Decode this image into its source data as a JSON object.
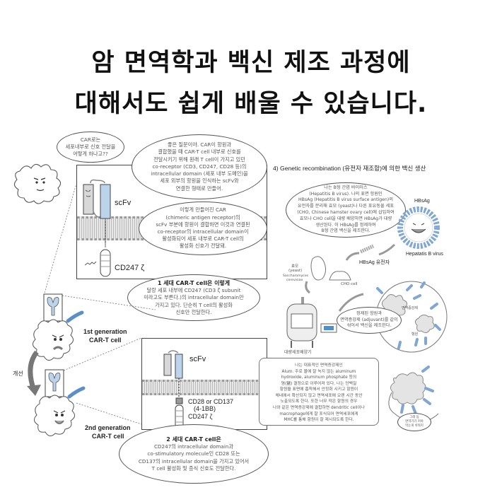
{
  "headline": {
    "line1": "암 면역학과 백신 제조 과정에",
    "line2": "대해서도 쉽게 배울 수 있습니다."
  },
  "left_panel": {
    "question_bubble": [
      "CAR로는",
      "세포내부로 신호 전달을",
      "어떻게 하나고??"
    ],
    "answer_bubble_1": [
      "좋은 질문이야. CAR이 항원과",
      "결합했을 때 CAR-T cell 내부로 신호를",
      "전달시키기 위해 원래 T cell이 가지고 있던",
      "co-receptor (CD3, CD247, CD28 등)의",
      "intracellular domain (세포 내부 도메인)을",
      "세포 외부의 항원을 인식하는 scFv와",
      "연결한 형태로 만들어."
    ],
    "answer_bubble_2": [
      "이렇게 만들어진 CAR",
      "(chimeric antigen receptor)의",
      "scFv 부분에 항원이 결합하면 이것과 연결된",
      "co-receptor의 intracellular domain이",
      "활성화되어 세포 내부로 CAR-T cell의",
      "활성화 신호가 전달돼."
    ],
    "gen1_bubble": [
      "1 세대 CAR-T cell은 이렇게",
      "달랑 세포 내부에 CD247 (CD3 ζ subunit",
      "이라고도 부른다.)의 intracellular domain만",
      "가지고 있다. 단순히 T cell의 활성화",
      "신호만 전달한다."
    ],
    "gen2_bubble": [
      "2 세대 CAR-T cell은",
      "CD247의 intracellular domain과",
      "co-stimulatory molecule인 CD28 또는",
      "CD137의 intracellular domain을 가지고 있어서",
      "T cell 활성화 및 증식 신호도 전달한다."
    ],
    "labels": {
      "scfv_1": "scFv",
      "cd247_1": "CD247 ζ",
      "scfv_2": "scFv",
      "cd28_cd137": "CD28 or CD137",
      "four_1bb": "(4-1BB)",
      "cd247_2": "CD247 ζ",
      "gen1_title_1": "1st generation",
      "gen1_title_2": "CAR-T cell",
      "gen2_title_1": "2nd generation",
      "gen2_title_2": "CAR-T cell",
      "improvement": "개선"
    }
  },
  "right_panel": {
    "section_title": "4) Genetic recombination (유전자 재조합)에 의한 백신 생산",
    "virus_bubble": [
      "나는 B형 간염 바이러스",
      "(Hepatitis B virus). 나의 표면 항원인",
      "HBsAg (Hepatitis B virus surface antigen)의",
      "유전자를 분리해 효모 (yeast)나 다른 포유동물 세포",
      "(CHO, Chinese hamster ovary cell)에 삽입하여",
      "효모나 CHO cell을 대량 배양하면 HBsAg가 대량",
      "생산된다. 이 HBsAg를 정제하여",
      "B형 간염 백신을 제조한다."
    ],
    "labels": {
      "hbsag": "HBsAg",
      "hepatitis_b_virus": "Hepatatis B virus",
      "hbsag_gene": "HBsAg 유전자",
      "yeast_ko": "효모",
      "yeast_en": "(yeast)",
      "yeast_species_1": "Saccharomyces",
      "yeast_species_2": "cerevisiae",
      "cho_cell": "CHO cell",
      "bioreactor": "대량세포배양기",
      "adjuvant_label": "면역증강제",
      "antigen_label": "항원"
    },
    "vaccine_bubble": [
      "정제된 항원과",
      "면역증강제 (adjuvant)를 같이",
      "섞어서 백신을 제조한다."
    ],
    "alum_note": [
      "나는 대표적인 면역증강제인",
      "Alum. 주로 물에 잘 녹지 않는 aluminum",
      "hydroxide, aluminum phosphate 등의",
      "염(鹽) 결정으로 이루어져 있다. 나는 단백질",
      "항원을 표면에 흡착해서 안정화 시키고 항원이",
      "체내에서 확산되지 않고 면역세포에 오랜 시간 동안",
      "노출되도록 한다. 또한 너무 작은 항원의 경우",
      "나와 같은 면역증강제에 결합하면 dendritic cell이나",
      "macrophage에게 잘 포식되어 면역세포에게",
      "MHC를 통해 항원이 잘 제시되도록 한다."
    ],
    "small_bubble": [
      "그래 동",
      "면역기가 커야",
      "먹는게 쉬워지"
    ]
  },
  "colors": {
    "receptor_blue": "#bcd3ec",
    "arm_blue": "#5b8fc7",
    "antigen_blue": "#7fa6d4",
    "outline": "#444444",
    "text_gray": "#555555",
    "headline": "#111111"
  }
}
